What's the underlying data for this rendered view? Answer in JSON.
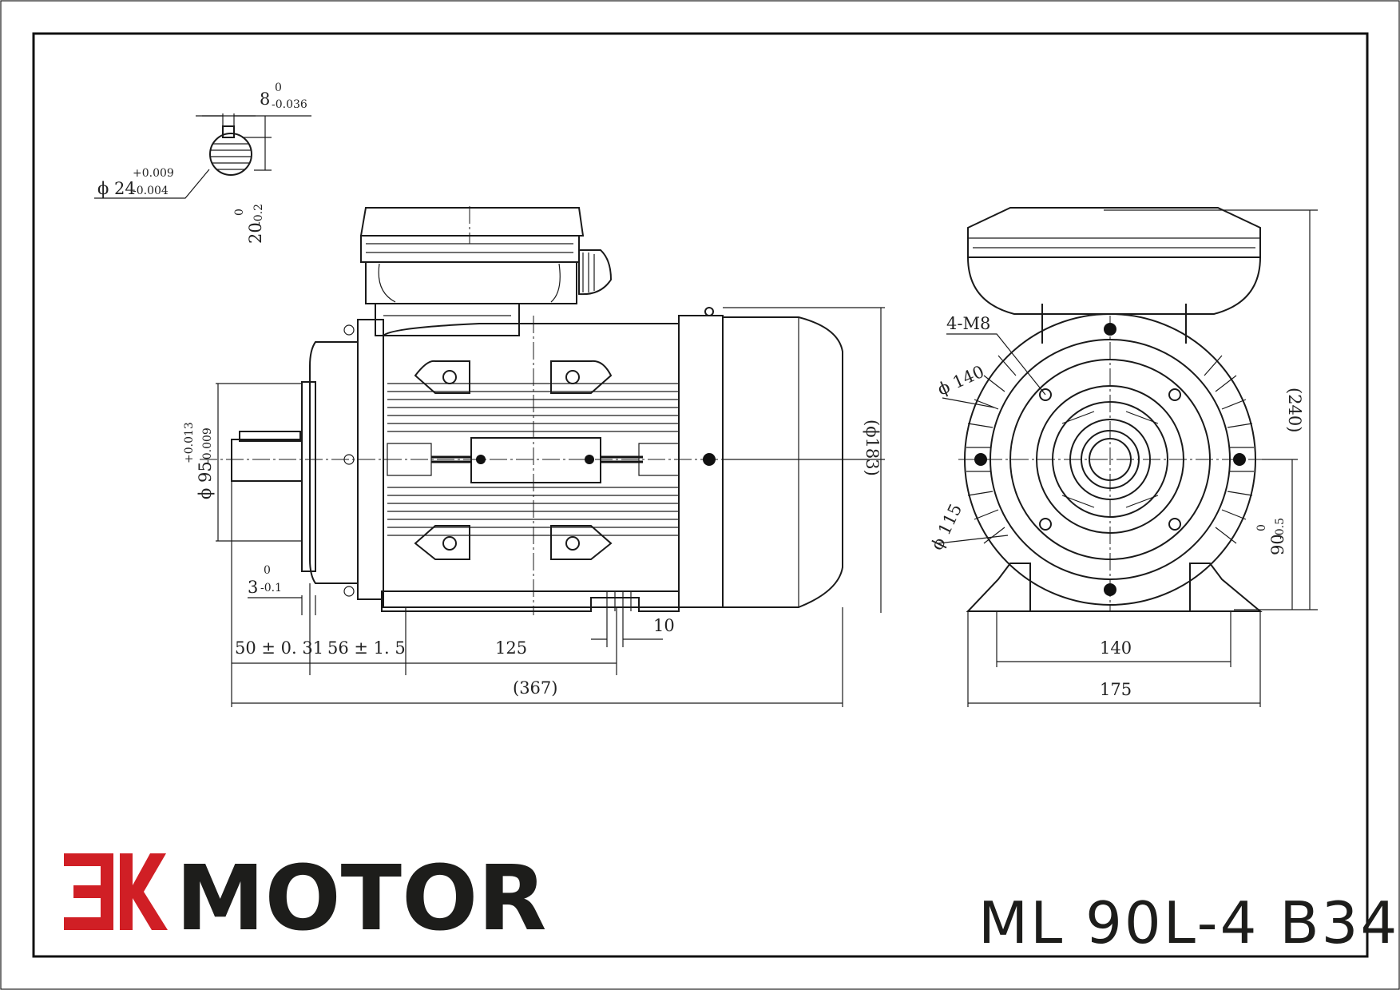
{
  "brand": {
    "mark": "3K",
    "name": "MOTOR",
    "mark_color": "#d01f25",
    "text_color": "#1d1d1b"
  },
  "model": "ML 90L-4 B34",
  "dimensions": {
    "key_width": "8",
    "key_width_tol_upper": "0",
    "key_width_tol_lower": "-0.036",
    "shaft_dia": "ϕ 24",
    "shaft_dia_tol_upper": "+0.009",
    "shaft_dia_tol_lower": "-0.004",
    "key_depth": "20",
    "key_depth_tol_upper": "0",
    "key_depth_tol_lower": "-0.2",
    "spigot_dia": "ϕ 95",
    "spigot_dia_tol_upper": "+0.013",
    "spigot_dia_tol_lower": "-0.009",
    "spigot_depth": "3",
    "spigot_depth_tol_upper": "0",
    "spigot_depth_tol_lower": "-0.1",
    "shaft_length": "50 ± 0. 31",
    "shoulder_to_foot": "56 ± 1. 5",
    "foot_holes_distance": "125",
    "foot_hole": "10",
    "total_length": "(367)",
    "fan_cover_dia": "(ϕ183)",
    "flange_bolts": "4-M8",
    "flange_pcd": "ϕ 140",
    "flange_spigot": "ϕ 115",
    "total_height": "(240)",
    "shaft_height": "90",
    "shaft_height_tol_upper": "0",
    "shaft_height_tol_lower": "-0.5",
    "foot_width_holes": "140",
    "foot_width_total": "175"
  }
}
